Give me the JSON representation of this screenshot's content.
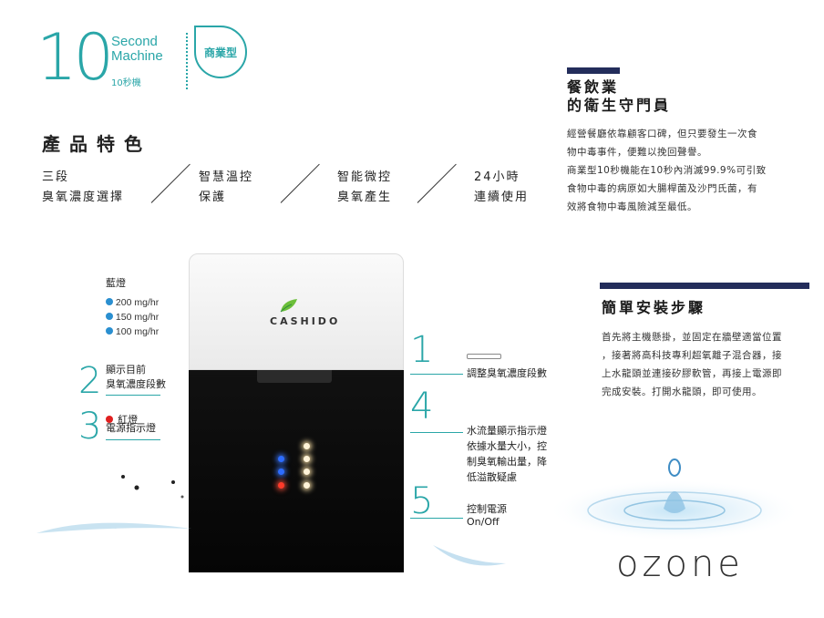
{
  "header": {
    "number": "10",
    "line1": "Second",
    "line2": "Machine",
    "cn": "10秒機",
    "badge": "商業型"
  },
  "features": {
    "title": "產品特色",
    "items": [
      {
        "l1": "三段",
        "l2": "臭氧濃度選擇"
      },
      {
        "l1": "智慧溫控",
        "l2": "保護"
      },
      {
        "l1": "智能微控",
        "l2": "臭氧產生"
      },
      {
        "l1": "24小時",
        "l2": "連續使用"
      }
    ]
  },
  "guardian": {
    "title1": "餐飲業",
    "title2": "的衛生守門員",
    "p1": "經營餐廳依靠顧客口碑，但只要發生一次食",
    "p2": "物中毒事件，便難以挽回聲譽。",
    "p3": "商業型10秒機能在10秒內消滅99.9%可引致",
    "p4": "食物中毒的病原如大腸桿菌及沙門氏菌，有",
    "p5": "效將食物中毒風險減至最低。"
  },
  "install": {
    "title": "簡單安裝步驟",
    "p1": "首先將主機懸掛，並固定在牆壁適當位置",
    "p2": "，接著將高科技專利超氧離子混合器，接",
    "p3": "上水龍頭並連接矽膠軟管，再接上電源即",
    "p4": "完成安裝。打開水龍頭，即可使用。"
  },
  "device": {
    "brand": "CASHIDO",
    "blue_label": "藍燈",
    "levels": [
      "200 mg/hr",
      "150 mg/hr",
      "100 mg/hr"
    ],
    "red_label": "紅燈"
  },
  "callouts": {
    "n1": "1",
    "t1": "調整臭氧濃度段數",
    "n2": "2",
    "t2a": "顯示目前",
    "t2b": "臭氧濃度段數",
    "n3": "3",
    "t3": "電源指示燈",
    "n4": "4",
    "t4a": "水流量顯示指示燈",
    "t4b": "依據水量大小，控",
    "t4c": "制臭氧輸出量，降",
    "t4d": "低溢散疑慮",
    "n5": "5",
    "t5a": "控制電源",
    "t5b": "On/Off"
  },
  "ozone": "ozone",
  "colors": {
    "accent": "#2aa6a8",
    "navy": "#232d5b"
  }
}
